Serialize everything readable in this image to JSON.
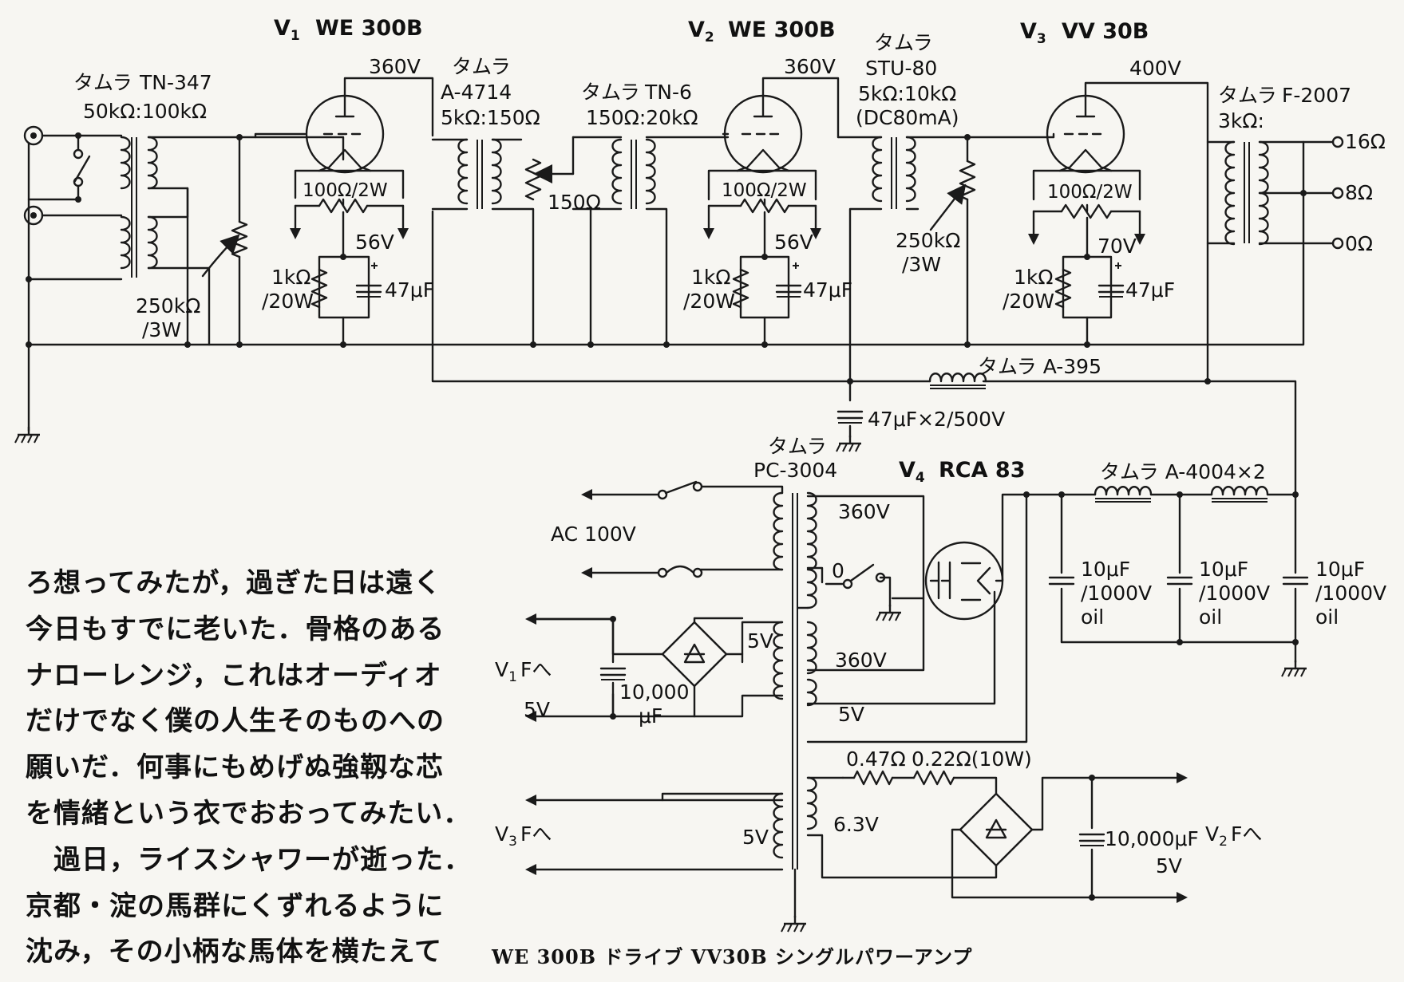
{
  "tubes": {
    "v1": {
      "name": "V",
      "sub": "1",
      "type": "WE 300B",
      "plate_voltage": "360V",
      "cathode_voltage": "56V",
      "hum_balance": "100Ω/2W",
      "cathode_resistor": "1kΩ",
      "cathode_resistor_power": "/20W",
      "cathode_cap": "47μF"
    },
    "v2": {
      "name": "V",
      "sub": "2",
      "type": "WE 300B",
      "plate_voltage": "360V",
      "cathode_voltage": "56V",
      "hum_balance": "100Ω/2W",
      "cathode_resistor": "1kΩ",
      "cathode_resistor_power": "/20W",
      "cathode_cap": "47μF"
    },
    "v3": {
      "name": "V",
      "sub": "3",
      "type": "VV 30B",
      "plate_voltage": "400V",
      "cathode_voltage": "70V",
      "hum_balance": "100Ω/2W",
      "cathode_resistor": "1kΩ",
      "cathode_resistor_power": "/20W",
      "cathode_cap": "47μF"
    },
    "v4": {
      "name": "V",
      "sub": "4",
      "type": "RCA 83"
    }
  },
  "transformers": {
    "input": {
      "maker": "タムラ",
      "model": "TN-347",
      "ratio": "50kΩ:100kΩ"
    },
    "t2": {
      "maker": "タムラ",
      "model": "A-4714",
      "ratio": "5kΩ:150Ω"
    },
    "t3": {
      "maker": "タムラ",
      "model": "TN-6",
      "ratio": "150Ω:20kΩ"
    },
    "t4": {
      "maker": "タムラ",
      "model": "STU-80",
      "ratio": "5kΩ:10kΩ",
      "note": "(DC80mA)"
    },
    "output": {
      "maker": "タムラ",
      "model": "F-2007",
      "ratio": "3kΩ:",
      "taps": [
        "16Ω",
        "8Ω",
        "0Ω"
      ]
    },
    "power": {
      "maker": "タムラ",
      "model": "PC-3004",
      "hv_top": "360V",
      "center": "0",
      "hv_bottom": "360V",
      "rect_heater": "5V",
      "v1_heater": "5V",
      "v3_heater": "5V",
      "v2_heater": "6.3V"
    }
  },
  "pots": {
    "p1": "250kΩ",
    "p1_power": "/3W",
    "p2": "150Ω",
    "p3": "250kΩ",
    "p3_power": "/3W"
  },
  "chokes": {
    "hv": "タムラ A-395",
    "filter": "タムラ A-4004×2"
  },
  "caps": {
    "hv_decoupling": "47μF×2/500V",
    "filter1": "10μF",
    "filter1_v": "/1000V",
    "filter1_t": "oil",
    "filter2": "10μF",
    "filter2_v": "/1000V",
    "filter2_t": "oil",
    "filter3": "10μF",
    "filter3_v": "/1000V",
    "filter3_t": "oil",
    "v1_heater_cap": "10,000",
    "v1_heater_cap_unit": "μF",
    "v2_heater_cap": "10,000μF"
  },
  "heater": {
    "r1": "0.47Ω",
    "r2": "0.22Ω(10W)",
    "v1_label": "V",
    "v1_sub": "1",
    "v1_suffix": "Fへ",
    "v1_volt": "5V",
    "v3_label": "V",
    "v3_sub": "3",
    "v3_suffix": "Fへ",
    "v2_label": "V",
    "v2_sub": "2",
    "v2_suffix": "Fへ",
    "v2_volt": "5V"
  },
  "ac_input": "AC 100V",
  "prose": [
    "ろ想ってみたが，過ぎた日は遠く",
    "今日もすでに老いた．骨格のある",
    "ナローレンジ，これはオーディオ",
    "だけでなく僕の人生そのものへの",
    "願いだ．何事にもめげぬ強靱な芯",
    "を情緒という衣でおおってみたい．",
    "　過日，ライスシャワーが逝った．",
    "京都・淀の馬群にくずれるように",
    "沈み，その小柄な馬体を横たえて"
  ],
  "caption": "WE 300B ドライブ VV30B シングルパワーアンプ"
}
